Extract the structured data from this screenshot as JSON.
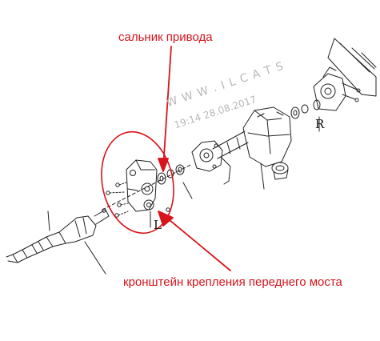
{
  "labels": {
    "seal": "сальник привода",
    "bracket": "кронштейн крепления переднего моста",
    "left_marker": "L",
    "right_marker": "R"
  },
  "watermark": {
    "site": "W W W . I L C A T S",
    "timestamp": "19:14 28.08.2017"
  },
  "colors": {
    "annotation": "#d8141c",
    "line_art": "#222222",
    "watermark": "#b8b8b8"
  }
}
